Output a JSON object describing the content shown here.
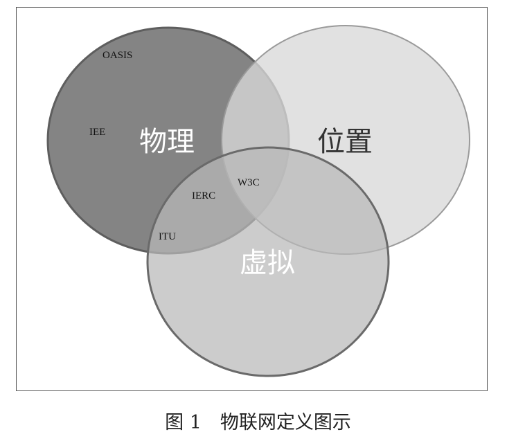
{
  "diagram": {
    "sets": {
      "physical": "物理",
      "location": "位置",
      "virtual": "虚拟"
    },
    "organizations": {
      "oasis": "OASIS",
      "iee": "IEE",
      "ierc": "IERC",
      "w3c": "W3C",
      "itu": "ITU"
    }
  },
  "caption": "图 1　物联网定义图示",
  "colors": {
    "physical_fill": "#7a7a7a",
    "location_fill": "#dcdcdc",
    "virtual_fill": "#c4c4c4",
    "stroke": "#666666"
  }
}
